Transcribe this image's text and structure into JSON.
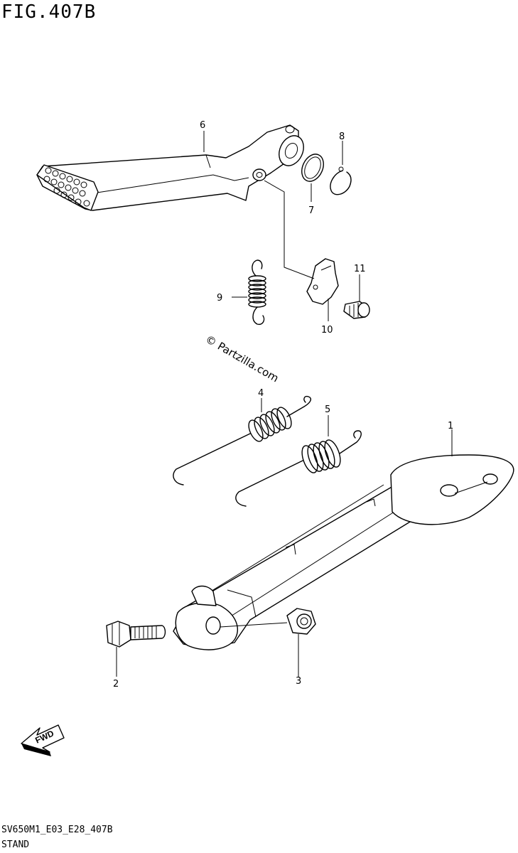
{
  "figure": {
    "title": "FIG.407B",
    "code": "SV650M1_E03_E28_407B",
    "name": "STAND"
  },
  "watermark": "© Partzilla.com",
  "fwd_label": "FWD",
  "callouts": [
    {
      "id": "1"
    },
    {
      "id": "2"
    },
    {
      "id": "3"
    },
    {
      "id": "4"
    },
    {
      "id": "5"
    },
    {
      "id": "6"
    },
    {
      "id": "7"
    },
    {
      "id": "8"
    },
    {
      "id": "9"
    },
    {
      "id": "10"
    },
    {
      "id": "11"
    }
  ]
}
